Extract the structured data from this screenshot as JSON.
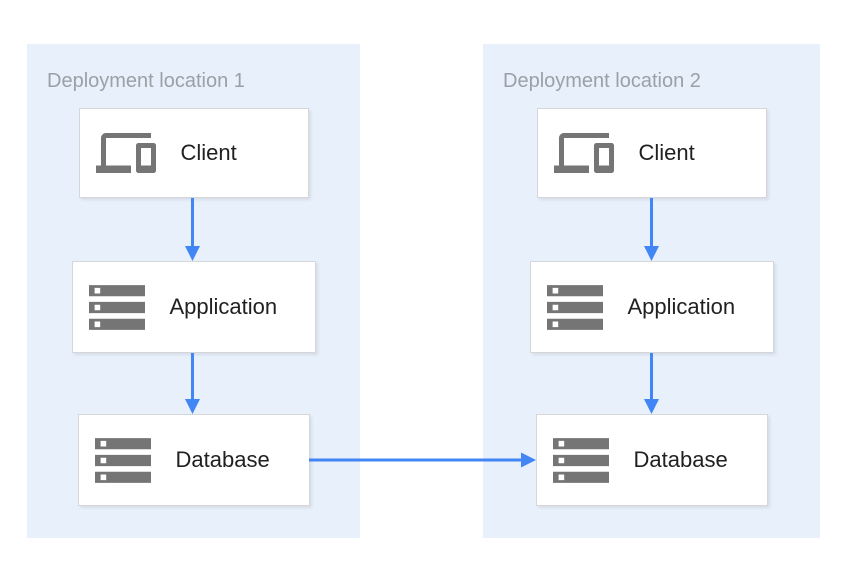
{
  "colors": {
    "page_bg": "#ffffff",
    "panel_bg": "#e8f0fb",
    "node_bg": "#ffffff",
    "node_border": "#d4d6d9",
    "arrow": "#4285f4",
    "icon": "#757575",
    "node_label": "#212121",
    "panel_title": "#9aa0a6"
  },
  "diagram": {
    "panels": [
      {
        "title": "Deployment location 1",
        "nodes": [
          {
            "label": "Client",
            "icon": "devices-icon"
          },
          {
            "label": "Application",
            "icon": "server-stack-icon"
          },
          {
            "label": "Database",
            "icon": "server-stack-icon"
          }
        ]
      },
      {
        "title": "Deployment location 2",
        "nodes": [
          {
            "label": "Client",
            "icon": "devices-icon"
          },
          {
            "label": "Application",
            "icon": "server-stack-icon"
          },
          {
            "label": "Database",
            "icon": "server-stack-icon"
          }
        ]
      }
    ],
    "connections": [
      {
        "from": "location-1-client",
        "to": "location-1-application",
        "direction": "down"
      },
      {
        "from": "location-1-application",
        "to": "location-1-database",
        "direction": "down"
      },
      {
        "from": "location-2-client",
        "to": "location-2-application",
        "direction": "down"
      },
      {
        "from": "location-2-application",
        "to": "location-2-database",
        "direction": "down"
      },
      {
        "from": "location-1-database",
        "to": "location-2-database",
        "direction": "right"
      }
    ]
  }
}
